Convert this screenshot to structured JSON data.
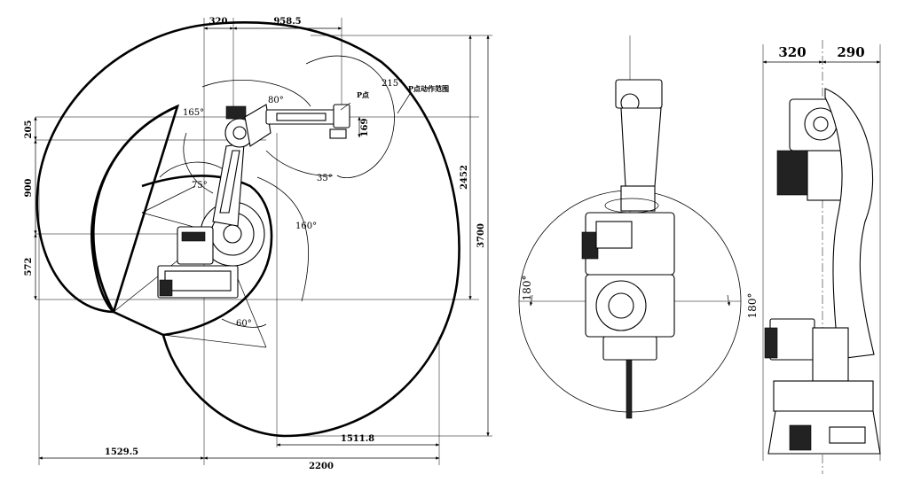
{
  "side_view": {
    "top_dims": [
      "320",
      "958.5"
    ],
    "left_dims": [
      "205",
      "900",
      "572"
    ],
    "right_dims": [
      "2452",
      "3700"
    ],
    "bottom_dims": [
      "1529.5",
      "2200",
      "1511.8"
    ],
    "inner_dims": [
      "169"
    ],
    "angles": [
      "80°",
      "165°",
      "215°",
      "35°",
      "75°",
      "160°",
      "60°"
    ],
    "point_label": "P点",
    "range_label": "P点动作范围"
  },
  "top_view": {
    "rotation_left": "180°",
    "rotation_right": "180°"
  },
  "rear_view": {
    "top_dims": [
      "320",
      "290"
    ]
  }
}
